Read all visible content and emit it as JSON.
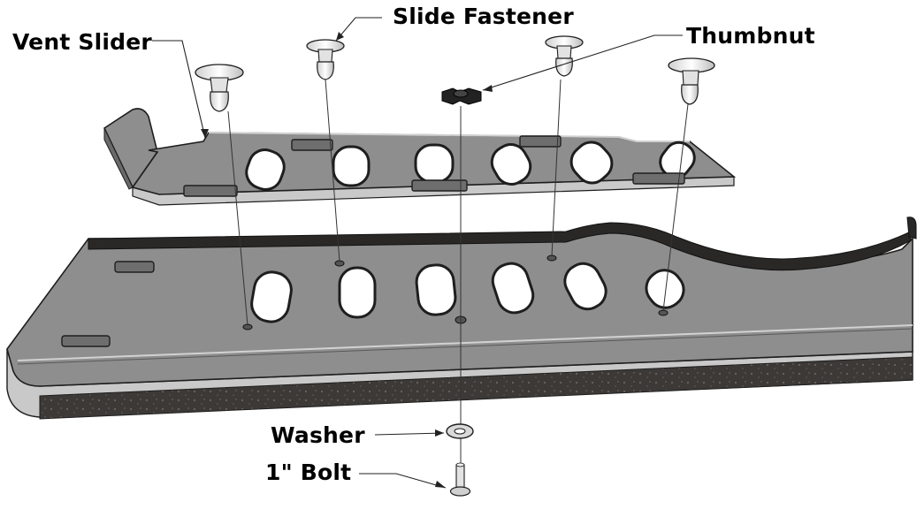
{
  "callouts": {
    "slide_fastener": "Slide Fastener",
    "vent_slider": "Vent Slider",
    "thumbnut": "Thumbnut",
    "washer": "Washer",
    "bolt": "1\" Bolt"
  },
  "colors": {
    "plate_fill": "#8e8e8e",
    "plate_edge": "#b9b9b9",
    "gasket": "#3d3937",
    "outline": "#1e1e1e",
    "hardware": "#e9e9e9",
    "thumbnut": "#222222"
  }
}
